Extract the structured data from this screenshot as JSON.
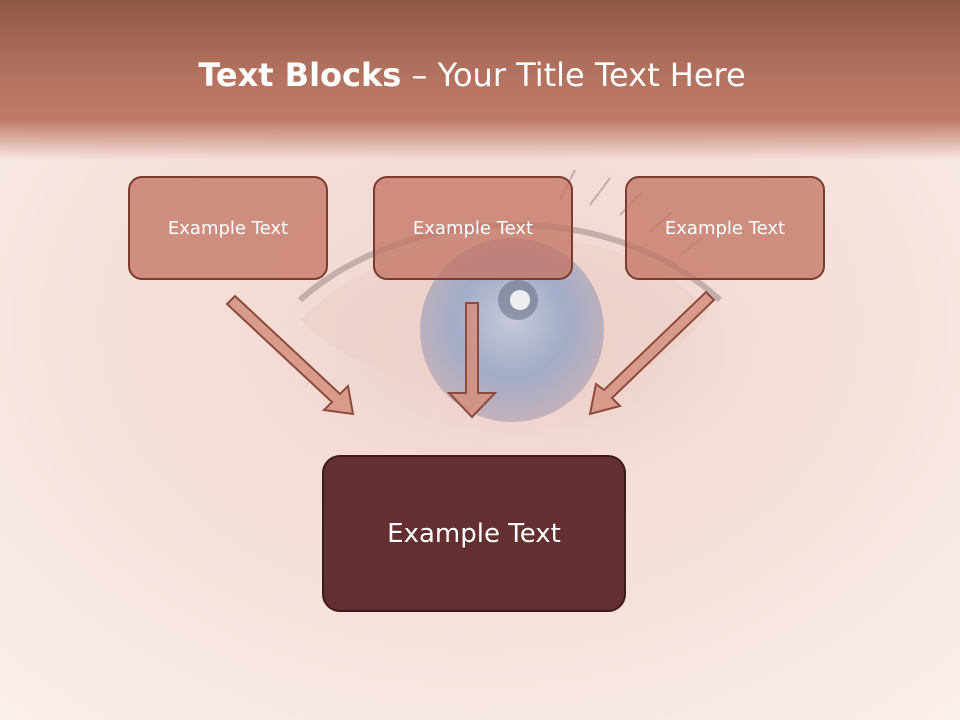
{
  "slide": {
    "title_bold": "Text Blocks",
    "title_rest": " – Your Title Text Here",
    "blocks": [
      {
        "label": "Example Text"
      },
      {
        "label": "Example Text"
      },
      {
        "label": "Example Text"
      }
    ],
    "result": {
      "label": "Example Text"
    }
  },
  "colors": {
    "header": "#b06f5d",
    "block_fill": "#c47666",
    "block_border": "#7b3b30",
    "result_fill": "#642f31",
    "arrow_fill": "#d38f7f",
    "arrow_stroke": "#8e4a3c",
    "iris": "#8aa0c8"
  },
  "icons": {
    "background": "eye-photo",
    "arrow": "down-arrow-icon"
  }
}
